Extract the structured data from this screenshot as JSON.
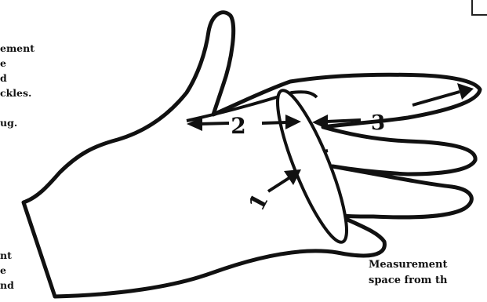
{
  "left_top_text": [
    "ement",
    "e",
    "d",
    "ckles.",
    "",
    "ug."
  ],
  "left_bottom_text": [
    "nt",
    "e",
    "nd"
  ],
  "right_text": [
    "Measurement",
    "space from th"
  ],
  "labels": {
    "one": "1",
    "two": "2",
    "three": "3"
  },
  "colors": {
    "ink": "#111111",
    "paper": "#ffffff"
  }
}
